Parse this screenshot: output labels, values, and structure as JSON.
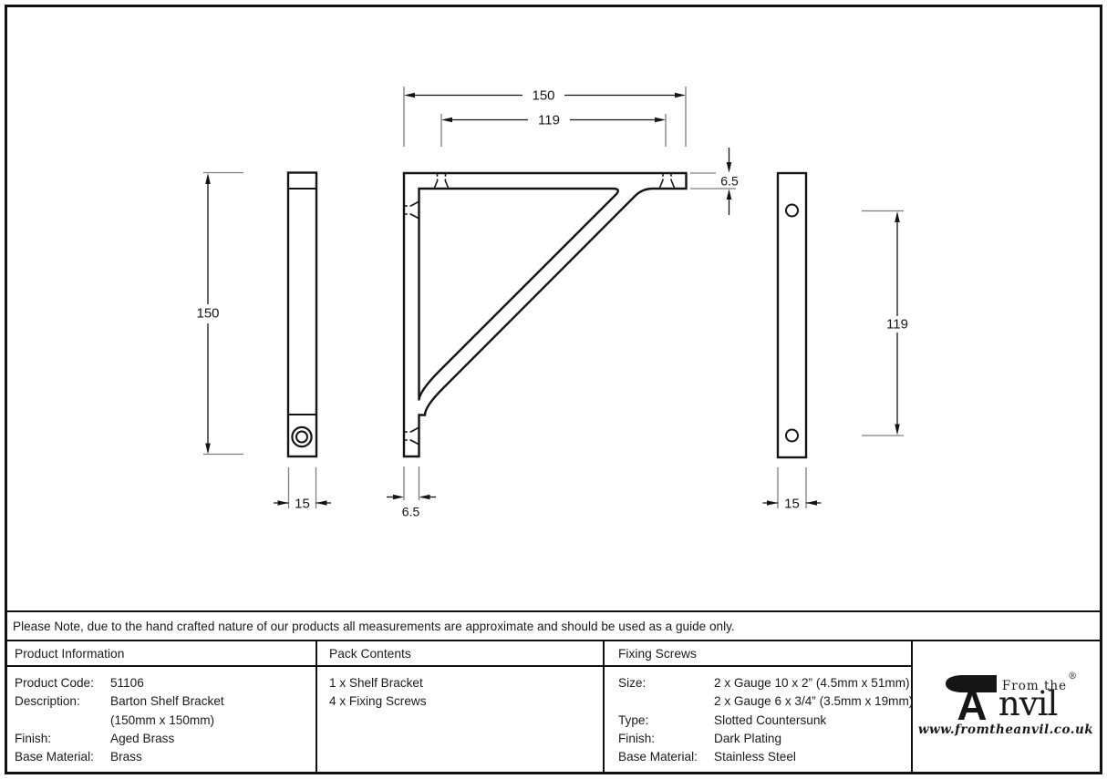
{
  "drawing": {
    "front": {
      "width_label": "150",
      "holes_label": "119",
      "arm_thickness_label": "6.5",
      "upright_thickness_label": "6.5"
    },
    "left": {
      "height_label": "150",
      "width_label": "15"
    },
    "right": {
      "holes_label": "119",
      "width_label": "15"
    }
  },
  "note": "Please Note, due to the hand crafted nature of our products all measurements are approximate and should be used as a guide only.",
  "table": {
    "product_information": {
      "header": "Product Information",
      "rows": [
        {
          "label": "Product Code:",
          "value": "51106"
        },
        {
          "label": "Description:",
          "value": "Barton Shelf Bracket"
        },
        {
          "label": "",
          "value": "(150mm x 150mm)"
        },
        {
          "label": "Finish:",
          "value": "Aged Brass"
        },
        {
          "label": "Base Material:",
          "value": "Brass"
        }
      ]
    },
    "pack_contents": {
      "header": "Pack Contents",
      "items": [
        "1 x Shelf Bracket",
        "4 x Fixing Screws"
      ]
    },
    "fixing_screws": {
      "header": "Fixing Screws",
      "rows": [
        {
          "label": "Size:",
          "value": "2 x Gauge 10 x 2” (4.5mm x 51mm)"
        },
        {
          "label": "",
          "value": "2 x Gauge 6 x 3/4” (3.5mm x 19mm)"
        },
        {
          "label": "Type:",
          "value": "Slotted Countersunk"
        },
        {
          "label": "Finish:",
          "value": "Dark Plating"
        },
        {
          "label": "Base Material:",
          "value": "Stainless Steel"
        }
      ]
    }
  },
  "logo": {
    "tagline": "From the",
    "brand_a": "A",
    "brand_rest": "nvil",
    "registered": "®",
    "url": "www.fromtheanvil.co.uk"
  },
  "colors": {
    "line": "#141414",
    "extension": "#7d7d7d",
    "paper": "#ffffff"
  }
}
